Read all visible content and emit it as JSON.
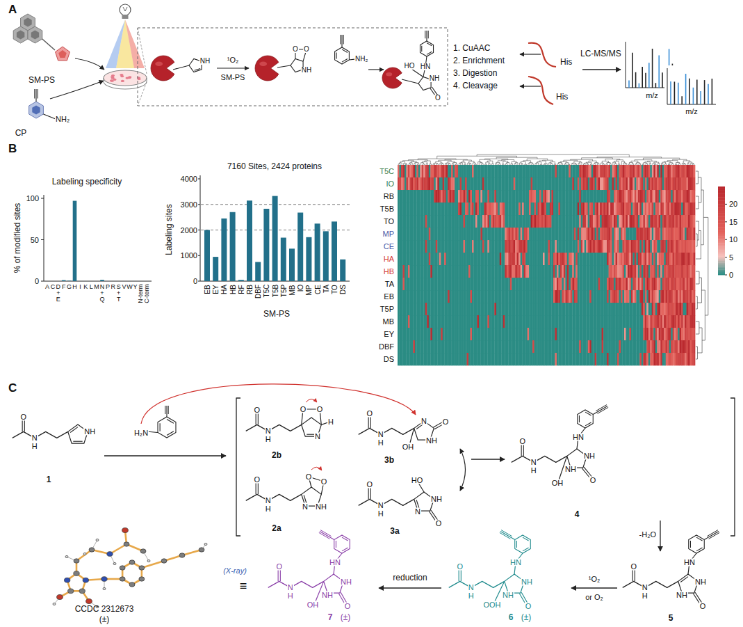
{
  "diagram": {
    "labels": [
      "A",
      "SM-PS",
      "CP",
      "NH₂",
      "NH",
      "¹O₂",
      "SM-PS",
      "O",
      "O",
      "NH",
      "NH₂",
      "HO",
      "HN",
      "NH",
      "O",
      "1. CuAAC",
      "2. Enrichment",
      "3. Digestion",
      "4. Cleavage",
      "His",
      "His",
      "LC-MS/MS",
      "m/z",
      "m/z",
      "B",
      "Labeling specificity",
      "% of modified sites",
      "100",
      "50",
      "0",
      "A",
      "C",
      "D",
      "F",
      "G",
      "H",
      "I",
      "K",
      "L",
      "M",
      "N",
      "P",
      "R",
      "S",
      "V",
      "W",
      "Y",
      "N-term",
      "C-term",
      "+",
      "E",
      "+",
      "Q",
      "+",
      "T",
      "7160 Sites, 2424 proteins",
      "Labeling sites",
      "4000",
      "3000",
      "2000",
      "1000",
      "0",
      "EB",
      "EY",
      "HA",
      "HB",
      "RF",
      "RB",
      "DBF",
      "T5C",
      "T5B",
      "T5P",
      "MB",
      "IO",
      "MP",
      "CE",
      "TA",
      "TO",
      "DS",
      "SM-PS",
      "T5C",
      "IO",
      "RB",
      "T5B",
      "TO",
      "MP",
      "CE",
      "HA",
      "HB",
      "TA",
      "EB",
      "T5P",
      "MB",
      "EY",
      "DBF",
      "DS",
      "20",
      "15",
      "10",
      "5",
      "0",
      "C",
      "O",
      "N",
      "H",
      "NH",
      "1",
      "H₂N",
      "O",
      "N",
      "H",
      "O",
      "O",
      "N",
      "H",
      "2b",
      "O",
      "N",
      "H",
      "O",
      "O",
      "NH",
      "N",
      "2a",
      "O",
      "N",
      "H",
      "N",
      "NH",
      "O",
      "OH",
      "3b",
      "O",
      "N",
      "H",
      "HO",
      "NH",
      "N",
      "O",
      "3a",
      "O",
      "N",
      "H",
      "HN",
      "NH",
      "NH",
      "O",
      "OH",
      "4",
      "-H₂O",
      "O",
      "N",
      "H",
      "HN",
      "NH",
      "NH",
      "O",
      "5",
      "¹O₂",
      "or O₂",
      "O",
      "N",
      "H",
      "HN",
      "NH",
      "NH",
      "O",
      "OOH",
      "6",
      "(±)",
      "reduction",
      "O",
      "N",
      "H",
      "HN",
      "NH",
      "NH",
      "O",
      "OH",
      "7",
      "(±)",
      "≡",
      "(X-ray)",
      "CCDC 2312673",
      "(±)"
    ]
  }
}
